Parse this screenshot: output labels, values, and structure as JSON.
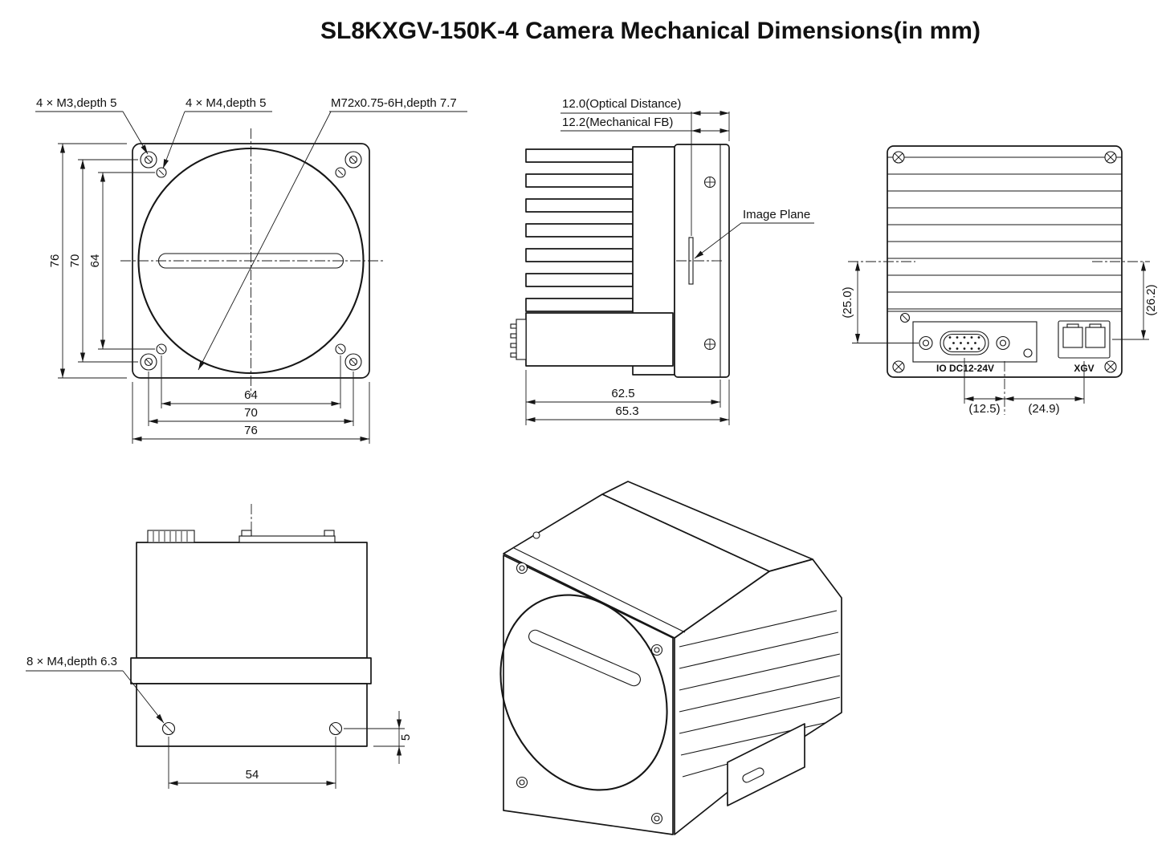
{
  "title": "SL8KXGV-150K-4 Camera Mechanical Dimensions(in mm)",
  "front_view": {
    "callout_m3": "4 × M3,depth 5",
    "callout_m4": "4 × M4,depth 5",
    "callout_thread": "M72x0.75-6H,depth 7.7",
    "dims": {
      "height_outer": "76",
      "height_m4": "70",
      "height_m3": "64",
      "width_m3": "64",
      "width_m4": "70",
      "width_outer": "76"
    }
  },
  "side_view": {
    "dim_optical": "12.0(Optical Distance)",
    "dim_flange": "12.2(Mechanical FB)",
    "callout_image_plane": "Image Plane",
    "dims": {
      "body_length": "62.5",
      "total_length": "65.3"
    }
  },
  "rear_view": {
    "dim_io_center": "(25.0)",
    "dim_xgv_center": "(26.2)",
    "dim_io_offset": "(12.5)",
    "dim_xgv_offset": "(24.9)",
    "label_io": "IO DC12-24V",
    "label_xgv": "XGV"
  },
  "bottom_view": {
    "callout_m4": "8 × M4,depth 6.3",
    "dims": {
      "hole_spacing": "54",
      "hole_edge": "5"
    }
  }
}
